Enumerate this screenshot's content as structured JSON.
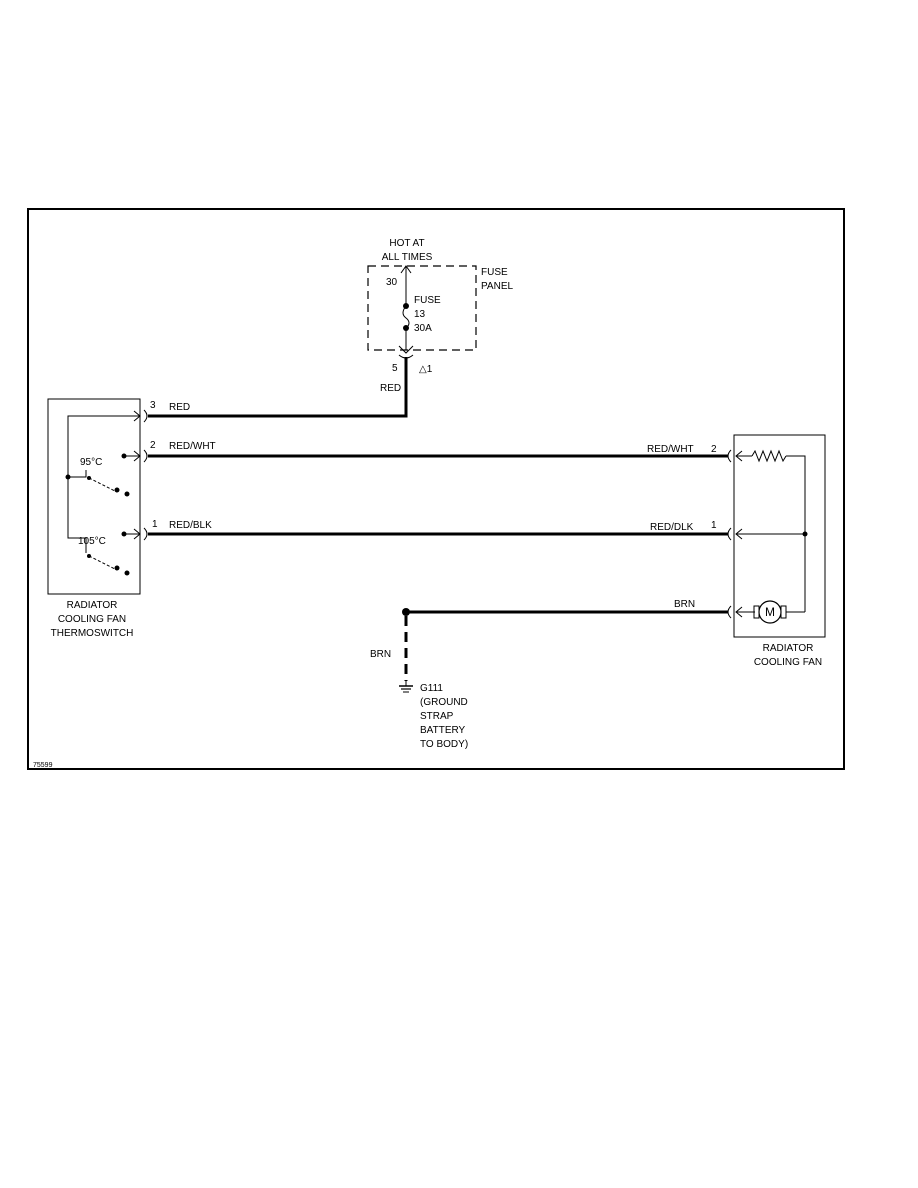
{
  "fuse_panel": {
    "hot_line1": "HOT AT",
    "hot_line2": "ALL TIMES",
    "terminal_top": "30",
    "label_line1": "FUSE",
    "label_line2": "PANEL",
    "fuse_label": "FUSE",
    "fuse_number": "13",
    "fuse_rating": "30A",
    "terminal_bottom": "5",
    "connector_ref": "△1"
  },
  "wires": {
    "red_vertical": "RED",
    "red": "RED",
    "red_wht_left": "RED/WHT",
    "red_wht_right": "RED/WHT",
    "red_blk_left": "RED/BLK",
    "red_blk_right": "RED/DLK",
    "brn_right": "BRN",
    "brn_vertical": "BRN"
  },
  "thermoswitch": {
    "pin3": "3",
    "pin2": "2",
    "pin1": "1",
    "temp_low": "95°C",
    "temp_high": "105°C",
    "name_line1": "RADIATOR",
    "name_line2": "COOLING FAN",
    "name_line3": "THERMOSWITCH"
  },
  "fan": {
    "pin2": "2",
    "pin1": "1",
    "motor": "M",
    "name_line1": "RADIATOR",
    "name_line2": "COOLING FAN"
  },
  "ground": {
    "id": "G111",
    "line1": "(GROUND",
    "line2": "STRAP",
    "line3": "BATTERY",
    "line4": "TO BODY)"
  },
  "figure_id": "75599"
}
